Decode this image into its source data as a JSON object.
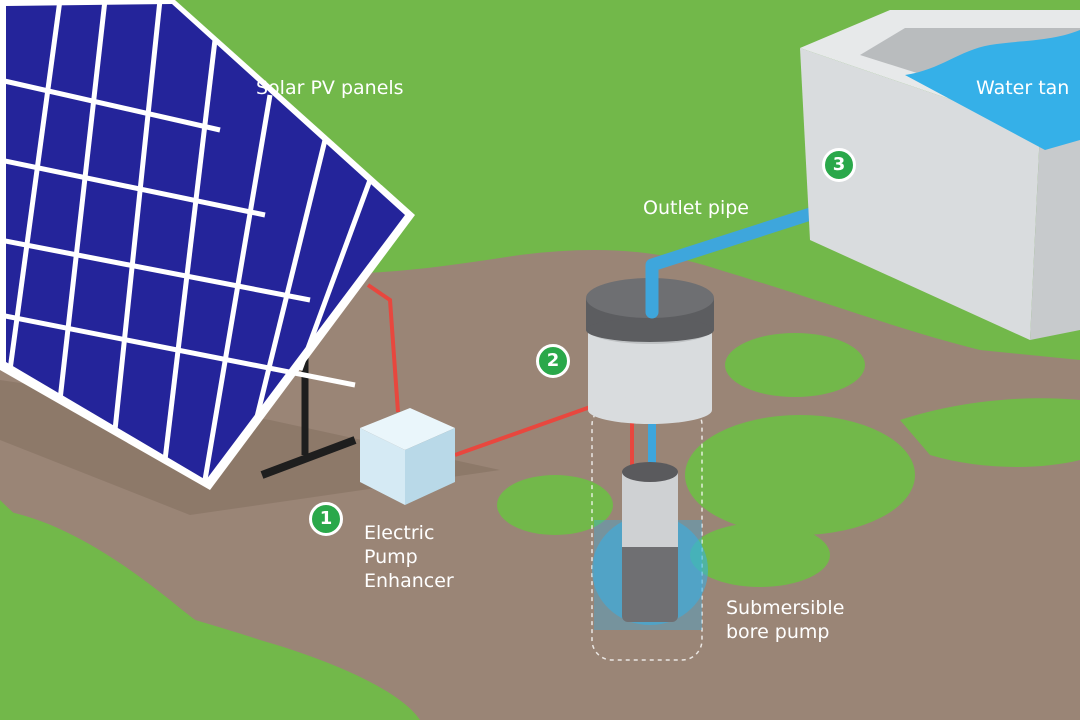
{
  "labels": {
    "solar_panels": "Solar PV panels",
    "water_tank": "Water tan",
    "outlet_pipe": "Outlet pipe",
    "pump_enhancer_line1": "Electric",
    "pump_enhancer_line2": "Pump",
    "pump_enhancer_line3": "Enhancer",
    "bore_pump_line1": "Submersible",
    "bore_pump_line2": "bore pump"
  },
  "steps": {
    "one": "1",
    "two": "2",
    "three": "3"
  },
  "colors": {
    "grass": "#72b84a",
    "ground": "#9a8576",
    "panel": "#24249a",
    "panel_frame": "#ffffff",
    "wire": "#e8473e",
    "water_pipe": "#3ea6dc",
    "water": "#35b0e8",
    "tank": "#d9dcde",
    "step_badge": "#2aa84a"
  }
}
